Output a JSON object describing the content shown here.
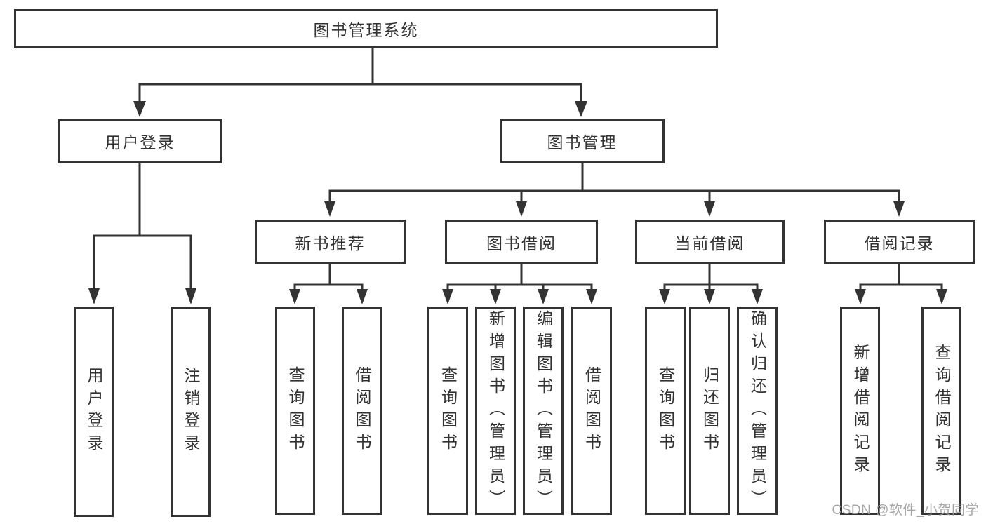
{
  "diagram": {
    "title": "图书管理系统",
    "root": {
      "label": "图书管理系统"
    },
    "level2": {
      "user_login": {
        "label": "用户登录"
      },
      "book_management": {
        "label": "图书管理"
      }
    },
    "level3": {
      "new_book_recommend": {
        "label": "新书推荐"
      },
      "book_borrow": {
        "label": "图书借阅"
      },
      "current_borrow": {
        "label": "当前借阅"
      },
      "borrow_record": {
        "label": "借阅记录"
      }
    },
    "leaves": {
      "user_login": [
        "用户登录",
        "注销登录"
      ],
      "new_book_recommend": [
        "查询图书",
        "借阅图书"
      ],
      "book_borrow": [
        "查询图书",
        "新增图书（管理员）",
        "编辑图书（管理员）",
        "借阅图书"
      ],
      "current_borrow": [
        "查询图书",
        "归还图书",
        "确认归还（管理员）"
      ],
      "borrow_record": [
        "新增借阅记录",
        "查询借阅记录"
      ]
    }
  },
  "watermark": {
    "text": "CSDN @软件_小贺同学",
    "color": "#9c9c9c"
  },
  "colors": {
    "line": "#333333",
    "text": "#333333",
    "box_background": "#ffffff",
    "page_background": "#ffffff"
  }
}
